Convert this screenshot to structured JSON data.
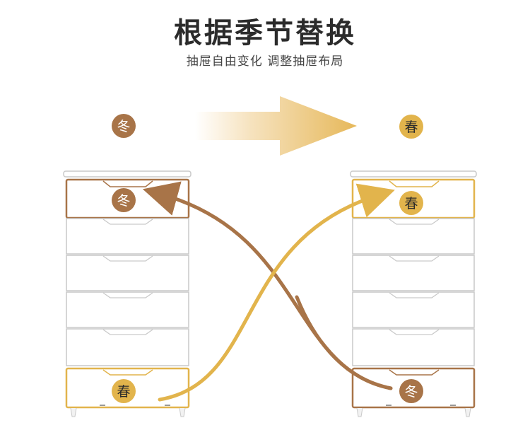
{
  "header": {
    "title": "根据季节替换",
    "subtitle": "抽屉自由变化 调整抽屉布局"
  },
  "seasons": {
    "winter": "冬",
    "spring": "春"
  },
  "colors": {
    "winter": "#a87448",
    "spring": "#e2b44c",
    "cabinet_line": "#c9c9c9",
    "arrow_gradient_end": "#e6b85a"
  },
  "left_cabinet": {
    "header_badge": "冬",
    "top_drawer_badge": "冬",
    "bottom_drawer_badge": "春"
  },
  "right_cabinet": {
    "header_badge": "春",
    "top_drawer_badge": "春",
    "bottom_drawer_badge": "冬"
  }
}
